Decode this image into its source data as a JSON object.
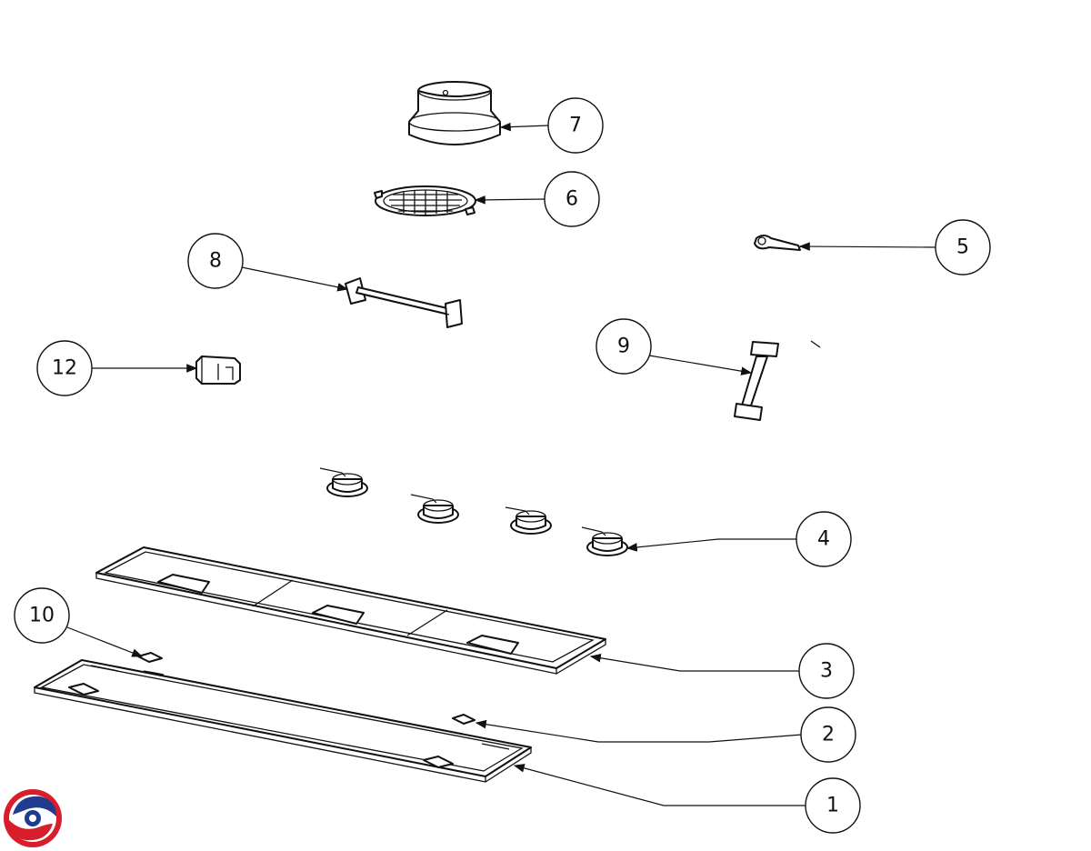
{
  "callouts": [
    {
      "id": "7",
      "label": "7"
    },
    {
      "id": "6",
      "label": "6"
    },
    {
      "id": "5",
      "label": "5"
    },
    {
      "id": "8",
      "label": "8"
    },
    {
      "id": "12",
      "label": "12"
    },
    {
      "id": "9",
      "label": "9"
    },
    {
      "id": "4",
      "label": "4"
    },
    {
      "id": "10",
      "label": "10"
    },
    {
      "id": "3",
      "label": "3"
    },
    {
      "id": "2",
      "label": "2"
    },
    {
      "id": "1",
      "label": "1"
    }
  ],
  "brand_colors": {
    "red": "#d81e2a",
    "blue": "#1f3c8f"
  },
  "logo": {
    "icon": "brand-logo-icon"
  }
}
